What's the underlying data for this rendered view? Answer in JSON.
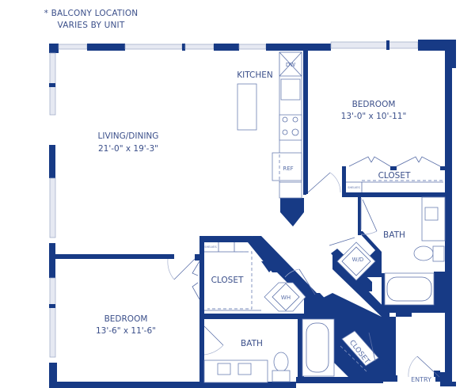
{
  "note": {
    "line1": "* BALCONY LOCATION",
    "line2": "VARIES BY UNIT"
  },
  "colors": {
    "wall": "#173a85",
    "label": "#3b4f8a",
    "fixture_line": "#6b7fb3",
    "window_fill": "#e6e9f2"
  },
  "rooms": {
    "living": {
      "name": "LIVING/DINING",
      "dims": "21'-0\" x 19'-3\""
    },
    "kitchen": {
      "name": "KITCHEN"
    },
    "bedroom1": {
      "name": "BEDROOM",
      "dims": "13'-0\" x 10'-11\""
    },
    "bedroom2": {
      "name": "BEDROOM",
      "dims": "13'-6\" x 11'-6\""
    },
    "closet_bed1": {
      "name": "CLOSET",
      "shelves": "SHELVES"
    },
    "closet_bed2": {
      "name": "CLOSET",
      "shelves": "SHELVES"
    },
    "closet_entry": {
      "name": "CLOSET"
    },
    "bath1": {
      "name": "BATH"
    },
    "bath2": {
      "name": "BATH"
    },
    "entry": {
      "name": "ENTRY"
    }
  },
  "appliances": {
    "dishwasher": "DW",
    "refrigerator": "REF",
    "washer_dryer": "W/D",
    "water_heater": "WH"
  }
}
